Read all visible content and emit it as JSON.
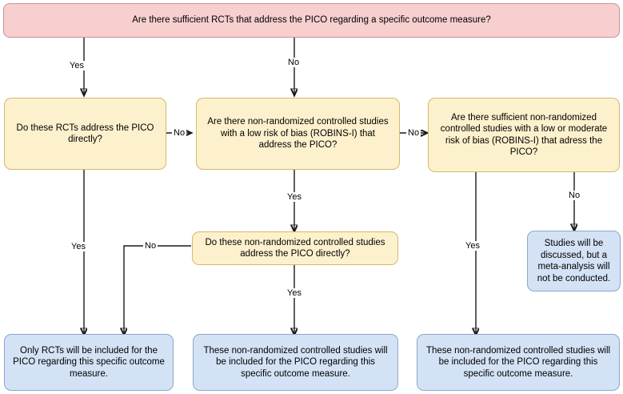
{
  "diagram": {
    "title": "RCT / non-randomized study evidence selection flowchart",
    "colors": {
      "start_fill": "#f7cfcf",
      "start_border": "#cf8f8f",
      "decision_fill": "#fdf1cd",
      "decision_border": "#d4b96a",
      "outcome_fill": "#d4e2f5",
      "outcome_border": "#8aa7cc",
      "edge": "#1a1a1a",
      "background": "#ffffff"
    },
    "nodes": {
      "start": "Are there sufficient RCTs that address the PICO regarding a specific outcome measure?",
      "q_rct_direct": "Do these RCTs address the PICO directly?",
      "q_nrs_low_risk": "Are there non-randomized controlled studies with a low risk of bias (ROBINS-I) that address the PICO?",
      "q_nrs_sufficient": "Are there sufficient non-randomized controlled studies with a low or moderate risk of bias (ROBINS-I) that adress the PICO?",
      "q_nrs_direct": "Do these non-randomized controlled studies address the PICO directly?",
      "outcome_discussed": "Studies will be discussed, but a meta-analysis will not be conducted.",
      "outcome_rct_only": "Only RCTs will be included for the PICO regarding this specific outcome measure.",
      "outcome_nrs_middle": "These non-randomized controlled studies will be included for the PICO regarding this specific outcome measure.",
      "outcome_nrs_right": "These non-randomized controlled studies will be included for the PICO regarding this specific outcome measure."
    },
    "edge_labels": {
      "start_yes": "Yes",
      "start_no": "No",
      "rct_direct_no": "No",
      "rct_direct_yes": "Yes",
      "nrs_low_risk_no": "No",
      "nrs_low_risk_yes": "Yes",
      "nrs_direct_no": "No",
      "nrs_direct_yes": "Yes",
      "nrs_sufficient_yes": "Yes",
      "nrs_sufficient_no": "No"
    }
  }
}
